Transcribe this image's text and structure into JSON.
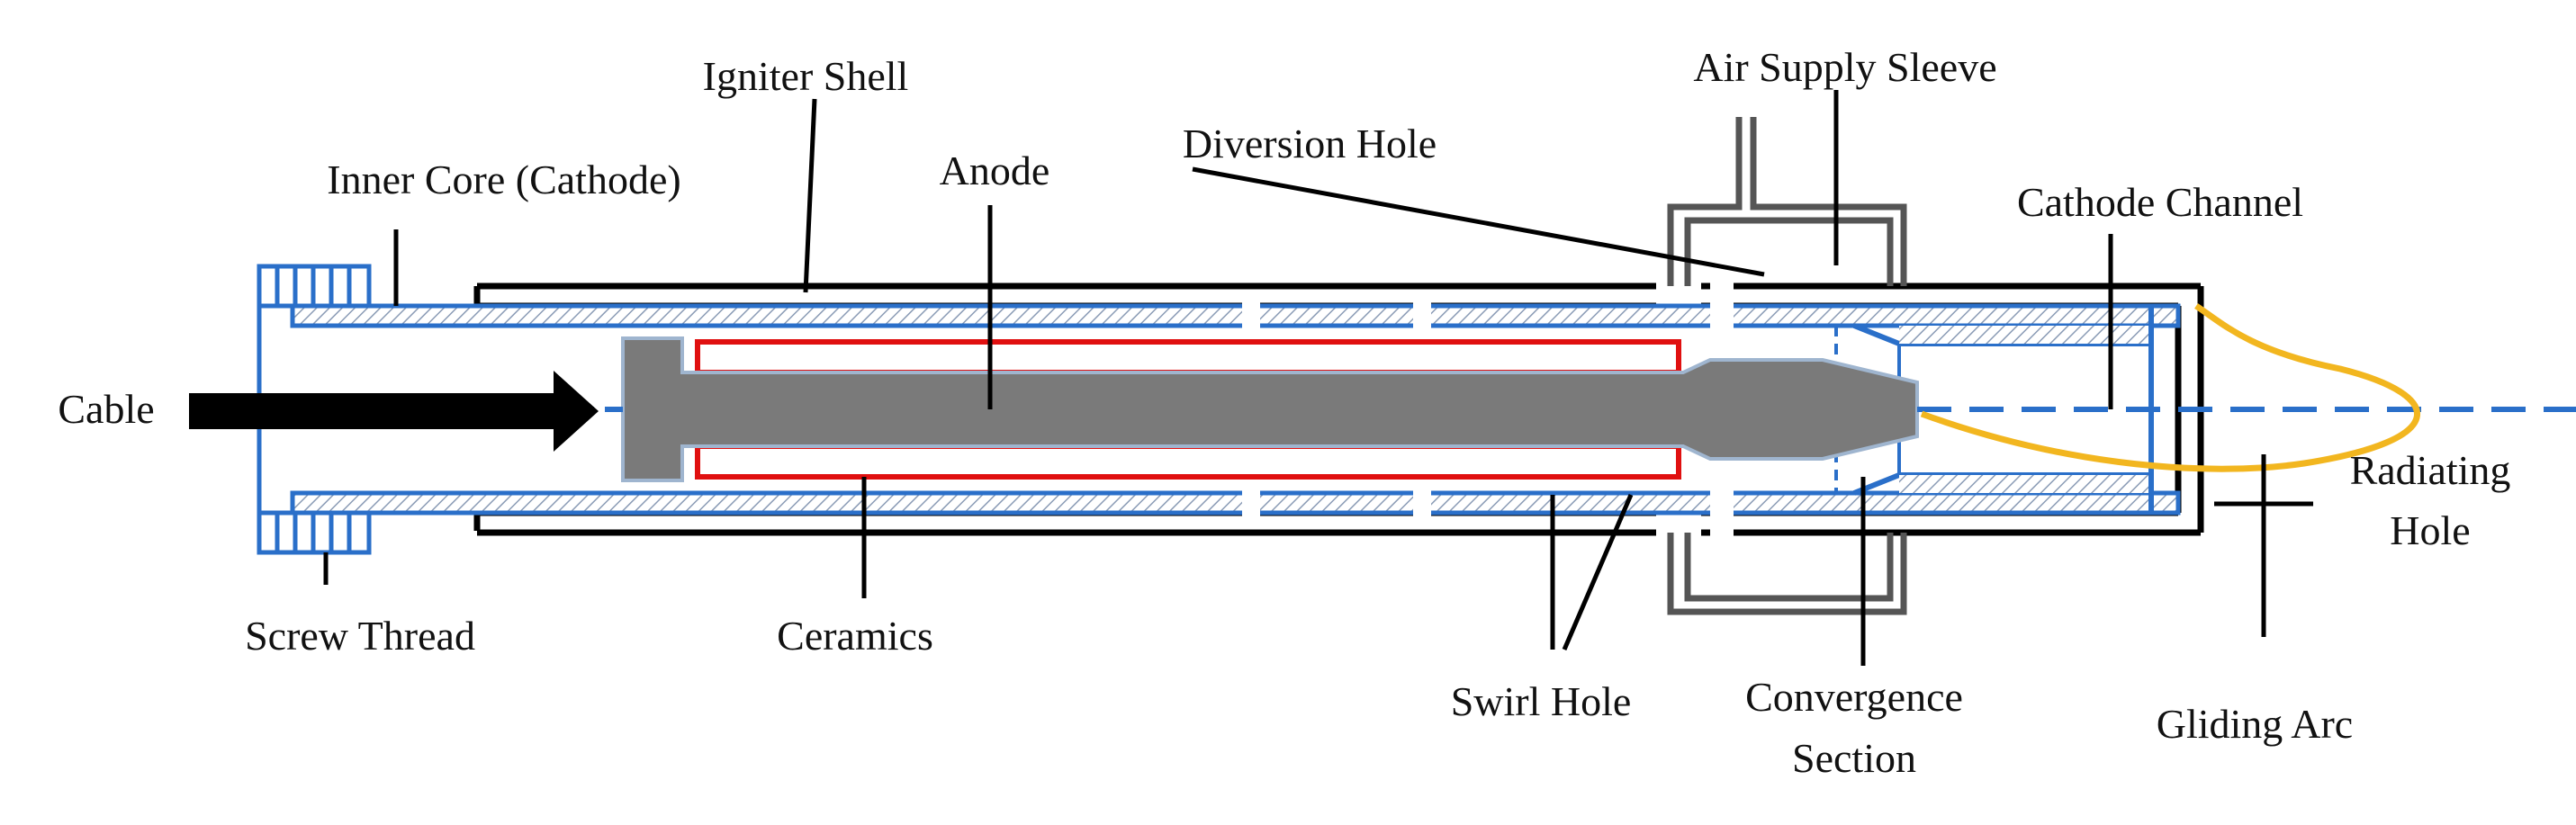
{
  "labels": {
    "igniter_shell": "Igniter Shell",
    "air_supply_sleeve": "Air Supply Sleeve",
    "inner_core": "Inner Core (Cathode)",
    "anode": "Anode",
    "diversion_hole": "Diversion Hole",
    "cathode_channel": "Cathode Channel",
    "cable": "Cable",
    "radiating_hole_line1": "Radiating",
    "radiating_hole_line2": "Hole",
    "screw_thread": "Screw Thread",
    "ceramics": "Ceramics",
    "swirl_hole": "Swirl Hole",
    "convergence_line1": "Convergence",
    "convergence_line2": "Section",
    "gliding_arc": "Gliding Arc"
  },
  "colors": {
    "cathode_blue": "#2a6fc9",
    "ceramics_red": "#e01010",
    "anode_gray": "#7a7a7a",
    "arc_yellow": "#f2b61f",
    "sleeve_gray": "#555555",
    "outline_black": "#000000"
  }
}
